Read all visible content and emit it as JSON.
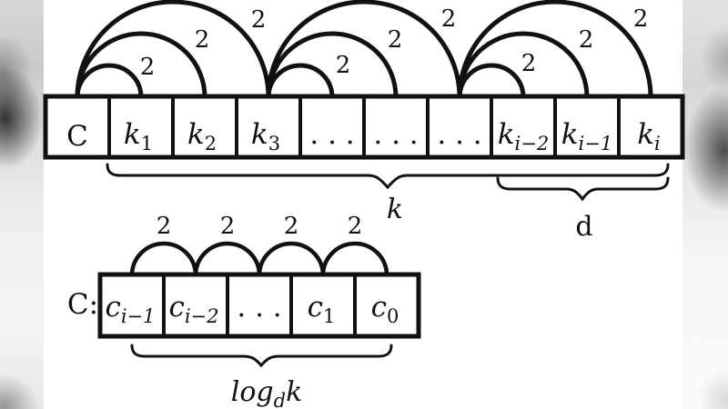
{
  "figure": {
    "colors": {
      "ink": "#111111",
      "background": "#ffffff",
      "edge_band": "#d9d9d9"
    },
    "top_row": {
      "cells": [
        {
          "base": "C",
          "sub": ""
        },
        {
          "base": "k",
          "sub": "1"
        },
        {
          "base": "k",
          "sub": "2"
        },
        {
          "base": "k",
          "sub": "3"
        },
        {
          "base": ". . .",
          "sub": ""
        },
        {
          "base": ". . .",
          "sub": ""
        },
        {
          "base": ". . .",
          "sub": ""
        },
        {
          "base": "k",
          "sub": "i−2"
        },
        {
          "base": "k",
          "sub": "i−1"
        },
        {
          "base": "k",
          "sub": "i"
        }
      ],
      "arcs": [
        {
          "label": "2"
        },
        {
          "label": "2"
        },
        {
          "label": "2"
        },
        {
          "label": "2"
        },
        {
          "label": "2"
        },
        {
          "label": "2"
        },
        {
          "label": "2"
        },
        {
          "label": "2"
        },
        {
          "label": "2"
        }
      ],
      "brace_k": {
        "label": "k"
      },
      "brace_d": {
        "label": "d"
      }
    },
    "bottom_row": {
      "prefix": "C:",
      "cells": [
        {
          "base": "c",
          "sub": "i−1"
        },
        {
          "base": "c",
          "sub": "i−2"
        },
        {
          "base": ". . .",
          "sub": ""
        },
        {
          "base": "c",
          "sub": "1"
        },
        {
          "base": "c",
          "sub": "0"
        }
      ],
      "arcs": [
        {
          "label": "2"
        },
        {
          "label": "2"
        },
        {
          "label": "2"
        },
        {
          "label": "2"
        }
      ],
      "brace": {
        "label_base": "log",
        "label_sub": "d",
        "label_suffix": "k"
      }
    }
  }
}
